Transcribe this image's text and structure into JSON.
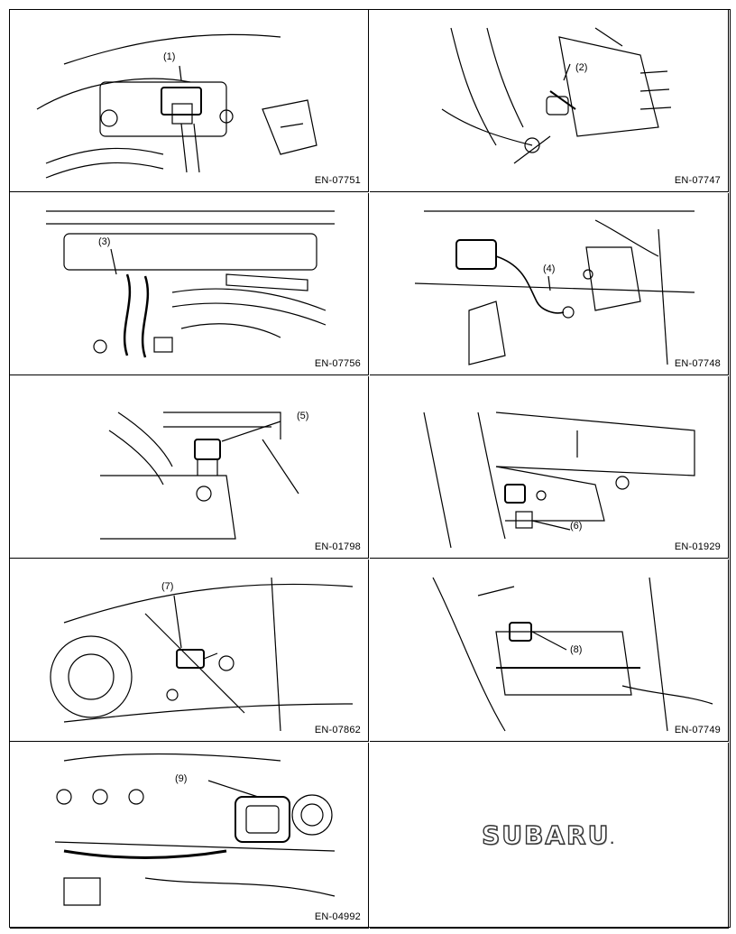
{
  "panels": [
    {
      "callout": "(1)",
      "code": "EN-07751"
    },
    {
      "callout": "(2)",
      "code": "EN-07747"
    },
    {
      "callout": "(3)",
      "code": "EN-07756"
    },
    {
      "callout": "(4)",
      "code": "EN-07748"
    },
    {
      "callout": "(5)",
      "code": "EN-01798"
    },
    {
      "callout": "(6)",
      "code": "EN-01929"
    },
    {
      "callout": "(7)",
      "code": "EN-07862"
    },
    {
      "callout": "(8)",
      "code": "EN-07749"
    },
    {
      "callout": "(9)",
      "code": "EN-04992"
    }
  ],
  "brand": {
    "name": "SUBARU",
    "mark": "."
  }
}
